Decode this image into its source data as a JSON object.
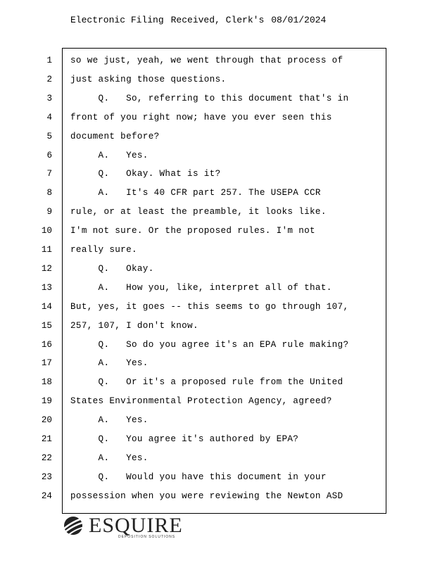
{
  "header": {
    "stamps": [
      "Electronic Filing",
      "Received, Clerk's",
      "08/01/2024"
    ]
  },
  "lines": [
    {
      "n": "1",
      "t": "so we just, yeah, we went through that process of"
    },
    {
      "n": "2",
      "t": "just asking those questions."
    },
    {
      "n": "3",
      "t": "     Q.   So, referring to this document that's in"
    },
    {
      "n": "4",
      "t": "front of you right now; have you ever seen this"
    },
    {
      "n": "5",
      "t": "document before?"
    },
    {
      "n": "6",
      "t": "     A.   Yes."
    },
    {
      "n": "7",
      "t": "     Q.   Okay. What is it?"
    },
    {
      "n": "8",
      "t": "     A.   It's 40 CFR part 257. The USEPA CCR"
    },
    {
      "n": "9",
      "t": "rule, or at least the preamble, it looks like."
    },
    {
      "n": "10",
      "t": "I'm not sure. Or the proposed rules. I'm not"
    },
    {
      "n": "11",
      "t": "really sure."
    },
    {
      "n": "12",
      "t": "     Q.   Okay."
    },
    {
      "n": "13",
      "t": "     A.   How you, like, interpret all of that."
    },
    {
      "n": "14",
      "t": "But, yes, it goes -- this seems to go through 107,"
    },
    {
      "n": "15",
      "t": "257, 107, I don't know."
    },
    {
      "n": "16",
      "t": "     Q.   So do you agree it's an EPA rule making?"
    },
    {
      "n": "17",
      "t": "     A.   Yes."
    },
    {
      "n": "18",
      "t": "     Q.   Or it's a proposed rule from the United"
    },
    {
      "n": "19",
      "t": "States Environmental Protection Agency, agreed?"
    },
    {
      "n": "20",
      "t": "     A.   Yes."
    },
    {
      "n": "21",
      "t": "     Q.   You agree it's authored by EPA?"
    },
    {
      "n": "22",
      "t": "     A.   Yes."
    },
    {
      "n": "23",
      "t": "     Q.   Would you have this document in your"
    },
    {
      "n": "24",
      "t": "possession when you were reviewing the Newton ASD"
    }
  ],
  "footer": {
    "logo_text": "ESQUIRE",
    "logo_sub": "DEPOSITION SOLUTIONS"
  }
}
